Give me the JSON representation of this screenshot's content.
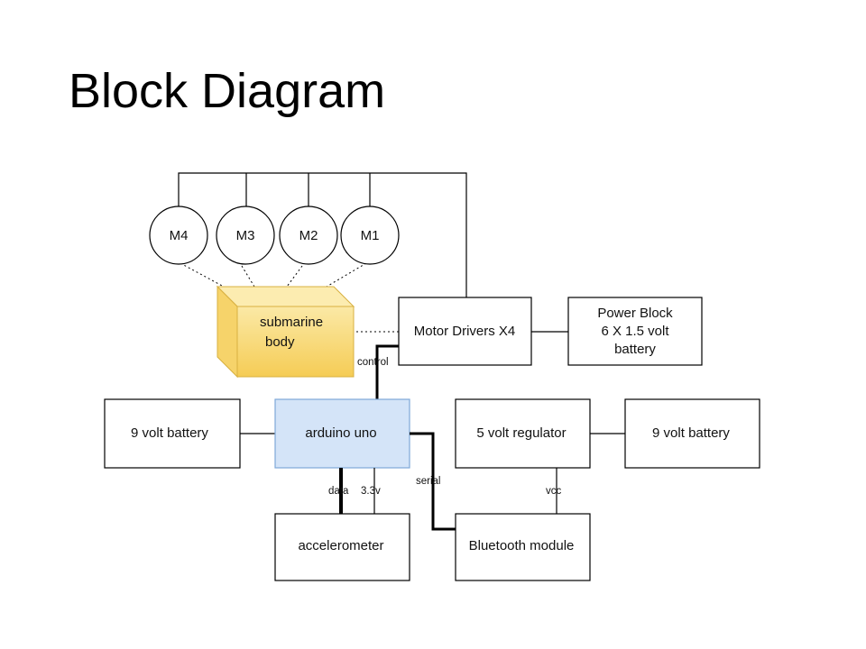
{
  "slide": {
    "title": "Block Diagram"
  },
  "diagram": {
    "motors": [
      "M4",
      "M3",
      "M2",
      "M1"
    ],
    "submarine_body": [
      "submarine",
      "body"
    ],
    "motor_drivers": "Motor Drivers X4",
    "power_block": [
      "Power Block",
      "6 X 1.5 volt",
      "battery"
    ],
    "battery_left": "9 volt battery",
    "arduino": "arduino uno",
    "regulator": "5 volt regulator",
    "battery_right": "9 volt battery",
    "accelerometer": "accelerometer",
    "bluetooth": "Bluetooth module",
    "edge_labels": {
      "control": "control",
      "serial": "serial",
      "data": "data",
      "v33": "3.3v",
      "vcc": "vcc"
    },
    "colors": {
      "arduino_fill": "#d4e4f8",
      "arduino_stroke": "#7fa8d8",
      "body_fill": "#f8d878",
      "body_stroke": "#d8b040"
    }
  }
}
